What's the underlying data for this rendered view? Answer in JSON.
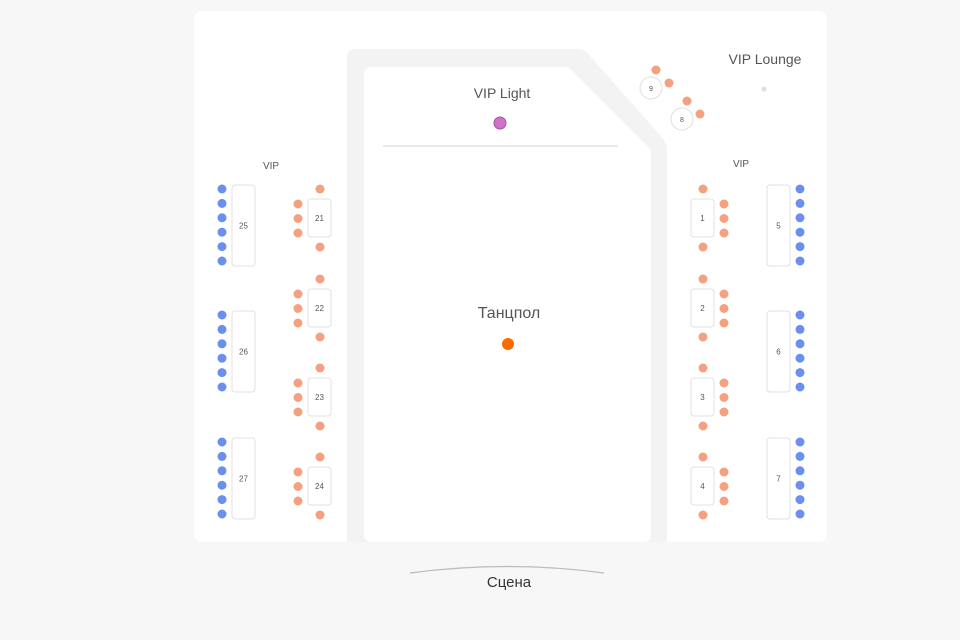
{
  "zones": {
    "vip_left": "VIP",
    "vip_right": "VIP",
    "vip_light": "VIP Light",
    "vip_lounge": "VIP Lounge",
    "dance_floor": "Танцпол",
    "stage": "Сцена"
  },
  "tables": {
    "left_vip": [
      "25",
      "26",
      "27"
    ],
    "left_small": [
      "21",
      "22",
      "23",
      "24"
    ],
    "right_small": [
      "1",
      "2",
      "3",
      "4"
    ],
    "right_vip": [
      "5",
      "6",
      "7"
    ],
    "lounge": [
      "9",
      "8"
    ]
  },
  "seats_per_table": {
    "vip": 6,
    "small": 5,
    "lounge": 2
  },
  "colors": {
    "vip_seat": "#6b8ff0",
    "standard_seat": "#f5a07e",
    "vip_light_marker": "#d070c8",
    "dance_floor_marker": "#ff6a00",
    "lounge_marker": "#dddddd",
    "panel": "#ffffff",
    "background": "#f7f7f7",
    "table_stroke": "#e0e0e0"
  }
}
